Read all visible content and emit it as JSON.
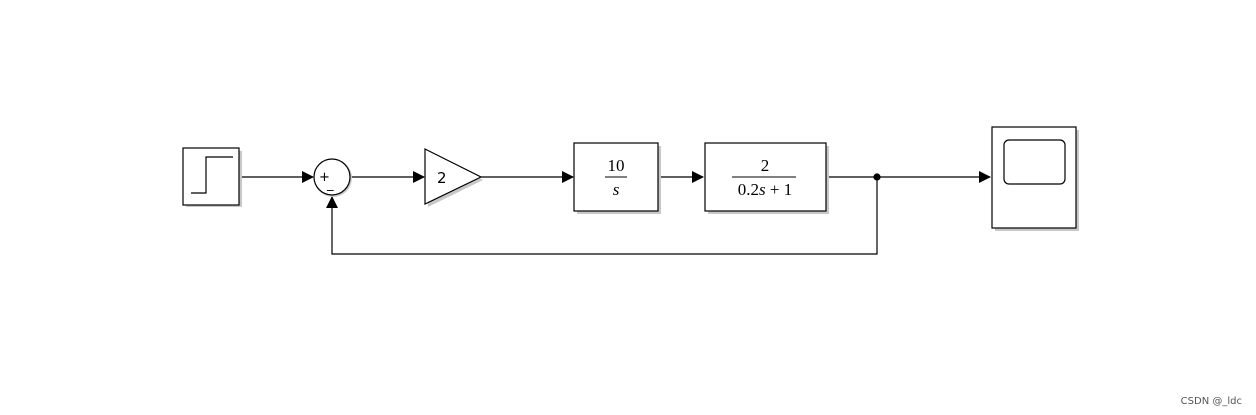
{
  "diagram": {
    "step_block": {
      "name": "Step"
    },
    "sum_block": {
      "signs": [
        "+",
        "_"
      ]
    },
    "gain_block": {
      "value": "2"
    },
    "integrator_tf": {
      "numerator": "10",
      "denominator": "s"
    },
    "plant_tf": {
      "numerator": "2",
      "denominator_prefix": "0.2",
      "denominator_var": "s",
      "denominator_suffix": " + 1"
    },
    "scope_block": {
      "name": "Scope"
    }
  },
  "watermark": "CSDN @_ldc"
}
